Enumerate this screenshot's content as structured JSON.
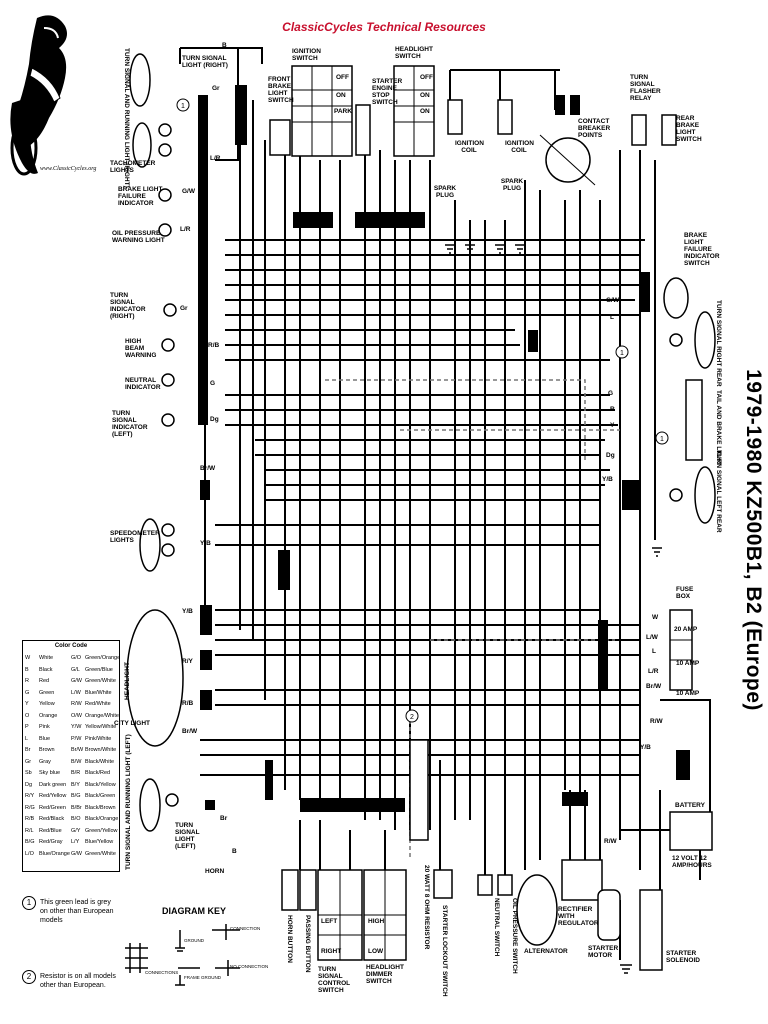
{
  "header": {
    "title": "ClassicCycles Technical Resources",
    "title_color": "#c8102e"
  },
  "side_title": "1979-1980 KZ500B1, B2 (Europe)",
  "logo": {
    "url": "www.ClassicCycles.org"
  },
  "components": {
    "turn_signal_running_right": "TURN SIGNAL AND RUNNING LIGHT (RIGHT)",
    "turn_signal_light_right": "TURN SIGNAL LIGHT (RIGHT)",
    "tachometer_lights": "TACHOMETER LIGHTS",
    "brake_light_failure_indicator": "BRAKE LIGHT FAILURE INDICATOR",
    "oil_pressure_warning_light": "OIL PRESSURE WARNING LIGHT",
    "turn_signal_indicator_right": "TURN SIGNAL INDICATOR (RIGHT)",
    "high_beam_warning": "HIGH BEAM WARNING",
    "neutral_indicator": "NEUTRAL INDICATOR",
    "turn_signal_indicator_left": "TURN SIGNAL INDICATOR (LEFT)",
    "speedometer_lights": "SPEEDOMETER LIGHTS",
    "headlight": "HEADLIGHT",
    "city_light": "CITY LIGHT",
    "turn_signal_running_left": "TURN SIGNAL AND RUNNING LIGHT (LEFT)",
    "turn_signal_light_left": "TURN SIGNAL LIGHT (LEFT)",
    "horn": "HORN",
    "front_brake_light_switch": "FRONT BRAKE LIGHT SWITCH",
    "ignition_switch": "IGNITION SWITCH",
    "starter_engine_stop_switch": "STARTER ENGINE STOP SWITCH",
    "headlight_switch": "HEADLIGHT SWITCH",
    "ignition_coil": "IGNITION COIL",
    "spark_plug": "SPARK PLUG",
    "contact_breaker_points": "CONTACT BREAKER POINTS",
    "turn_signal_flasher_relay": "TURN SIGNAL FLASHER RELAY",
    "rear_brake_light_switch": "REAR BRAKE LIGHT SWITCH",
    "brake_light_failure_indicator_switch": "BRAKE LIGHT FAILURE INDICATOR SWITCH",
    "turn_signal_rear_right": "TURN SIGNAL RIGHT REAR",
    "tail_brake_light": "TAIL AND BRAKE LIGHT",
    "turn_signal_rear_left": "TURN SIGNAL LEFT REAR",
    "fuse_box": "FUSE BOX",
    "fuse_20a": "20 AMP",
    "fuse_10a_1": "10 AMP",
    "fuse_10a_2": "10 AMP",
    "battery": "BATTERY",
    "battery_spec": "12 VOLT 12 AMP/HOURS",
    "starter_solenoid": "STARTER SOLENOID",
    "starter_motor": "STARTER MOTOR",
    "rectifier_regulator": "RECTIFIER WITH REGULATOR",
    "alternator": "ALTERNATOR",
    "oil_pressure_switch": "OIL PRESSURE SWITCH",
    "neutral_switch": "NEUTRAL SWITCH",
    "starter_lockout_switch": "STARTER LOCKOUT SWITCH",
    "resistor": "20 WATT 8 OHM RESISTOR",
    "headlight_dimmer_switch": "HEADLIGHT DIMMER SWITCH",
    "turn_signal_control_switch": "TURN SIGNAL CONTROL SWITCH",
    "passing_button": "PASSING BUTTON",
    "horn_button": "HORN BUTTON"
  },
  "switch_states": {
    "ignition": [
      "OFF",
      "ON",
      "PARK"
    ],
    "headlight": [
      "OFF",
      "ON",
      "ON"
    ],
    "turn_signal": [
      "LEFT",
      "RIGHT"
    ],
    "dimmer": [
      "HIGH",
      "LOW"
    ]
  },
  "wire_codes": {
    "top_b": "B",
    "tsl_right": "Gr",
    "tach": "L/R",
    "brake_fail": "G/W",
    "oil": "L/R",
    "tsi_right": "Gr",
    "hb": "R/B",
    "neutral": "G",
    "tsi_left": "Dg",
    "speedo": "Y/B",
    "bwhite": "Br/W",
    "hl_yb": "Y/B",
    "hl_ry": "R/Y",
    "hl_rb": "R/B",
    "city": "Br/W",
    "tsl_left": "Br",
    "horn_b": "B",
    "right_g": "G",
    "right_r": "R",
    "right_y": "Y",
    "right_dg": "Dg",
    "right_yb": "Y/B",
    "right_gw": "G/W",
    "right_l": "L",
    "fuse_w": "W",
    "fuse_lw": "L/W",
    "fuse_l": "L",
    "fuse_lr": "L/R",
    "fuse_brw": "Br/W",
    "rw": "R/W",
    "yb": "Y/B",
    "rw2": "R/W"
  },
  "color_code": {
    "title": "Color Code",
    "left": [
      [
        "W",
        "White"
      ],
      [
        "B",
        "Black"
      ],
      [
        "R",
        "Red"
      ],
      [
        "G",
        "Green"
      ],
      [
        "Y",
        "Yellow"
      ],
      [
        "O",
        "Orange"
      ],
      [
        "P",
        "Pink"
      ],
      [
        "L",
        "Blue"
      ],
      [
        "Br",
        "Brown"
      ],
      [
        "Gr",
        "Gray"
      ],
      [
        "Sb",
        "Sky blue"
      ],
      [
        "Dg",
        "Dark green"
      ],
      [
        "R/Y",
        "Red/Yellow"
      ],
      [
        "R/G",
        "Red/Green"
      ],
      [
        "R/B",
        "Red/Black"
      ],
      [
        "R/L",
        "Red/Blue"
      ],
      [
        "B/G",
        "Red/Gray"
      ],
      [
        "L/O",
        "Blue/Orange"
      ]
    ],
    "right": [
      [
        "G/O",
        "Green/Orange"
      ],
      [
        "G/L",
        "Green/Blue"
      ],
      [
        "G/W",
        "Green/White"
      ],
      [
        "L/W",
        "Blue/White"
      ],
      [
        "R/W",
        "Red/White"
      ],
      [
        "O/W",
        "Orange/White"
      ],
      [
        "Y/W",
        "Yellow/White"
      ],
      [
        "P/W",
        "Pink/White"
      ],
      [
        "Br/W",
        "Brown/White"
      ],
      [
        "B/W",
        "Black/White"
      ],
      [
        "B/R",
        "Black/Red"
      ],
      [
        "B/Y",
        "Black/Yellow"
      ],
      [
        "B/G",
        "Black/Green"
      ],
      [
        "B/Br",
        "Black/Brown"
      ],
      [
        "B/O",
        "Black/Orange"
      ],
      [
        "G/Y",
        "Green/Yellow"
      ],
      [
        "L/Y",
        "Blue/Yellow"
      ],
      [
        "G/W",
        "Green/White"
      ]
    ]
  },
  "notes": [
    {
      "num": "1",
      "text": "This green lead is grey on other than European models"
    },
    {
      "num": "2",
      "text": "Resistor is on all models other than European."
    }
  ],
  "diagram_key": {
    "title": "DIAGRAM KEY",
    "ground": "GROUND",
    "connection": "CONNECTION",
    "connections": "CONNECTIONS",
    "frame_ground": "FRAME GROUND",
    "no_connection": "NO CONNECTION"
  }
}
